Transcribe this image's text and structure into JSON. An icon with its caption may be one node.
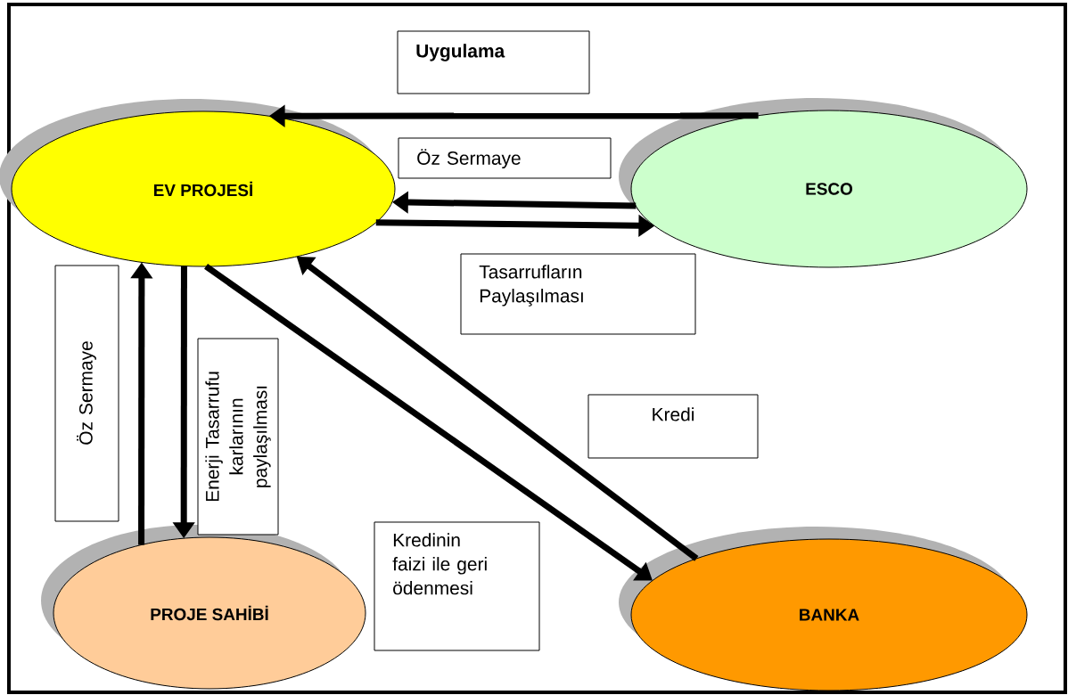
{
  "diagram": {
    "nodes": [
      {
        "text": [
          "EV PROJESİ"
        ]
      },
      {
        "text": [
          "ESCO"
        ]
      },
      {
        "text": [
          "PROJE SAHİBİ"
        ]
      },
      {
        "text": [
          "BANKA"
        ]
      }
    ],
    "edges": [
      {
        "from": 1,
        "to": 0,
        "arrow": "to",
        "label": "Uygulama"
      },
      {
        "from": 1,
        "to": 0,
        "arrow": "to",
        "label": "Öz Sermaye"
      },
      {
        "from": 0,
        "to": 1,
        "arrow": "to",
        "label": "Tasarrufların Paylaşılması"
      },
      {
        "from": 2,
        "to": 0,
        "arrow": "to",
        "label": "Öz Sermaye"
      },
      {
        "from": 0,
        "to": 2,
        "arrow": "to",
        "label": "Enerji Tasarrufu karlarının paylaşılması"
      },
      {
        "from": 3,
        "to": 0,
        "arrow": "to",
        "label": "Kredi"
      },
      {
        "from": 0,
        "to": 3,
        "arrow": "to",
        "label": "Kredinin faizi ile geri ödenmesi"
      }
    ]
  }
}
